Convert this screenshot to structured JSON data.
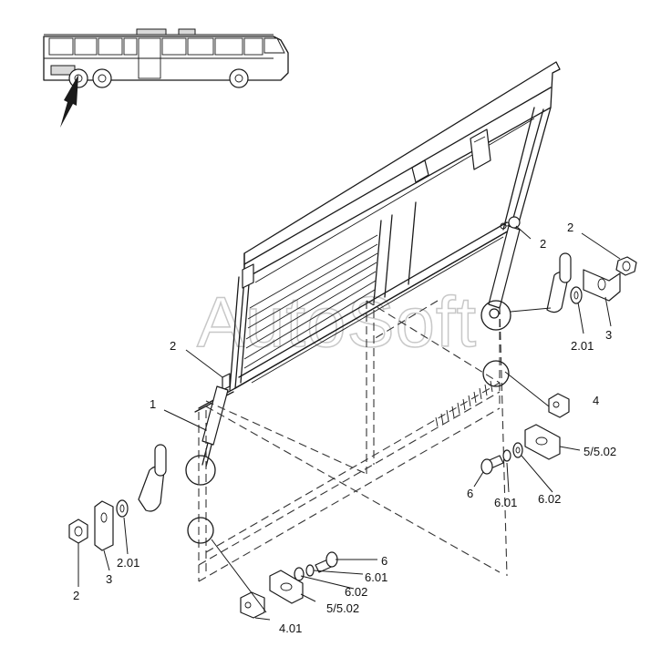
{
  "watermark": "AutoSoft",
  "labels": {
    "l_1": "1",
    "l_2_left_top": "2",
    "l_2_right_strut": "2",
    "l_2_right_nut": "2",
    "l_2_left_nut": "2",
    "l_3_right": "3",
    "l_3_left": "3",
    "l_201_right": "2.01",
    "l_201_left": "2.01",
    "l_4": "4",
    "l_401": "4.01",
    "l_5502_right": "5/5.02",
    "l_5502_left": "5/5.02",
    "l_6_right": "6",
    "l_6_left": "6",
    "l_601_right": "6.01",
    "l_601_left": "6.01",
    "l_602_right": "6.02",
    "l_602_left": "6.02"
  },
  "colors": {
    "line": "#1a1a1a",
    "dash": "#333333",
    "watermark": "#c8c8c8"
  }
}
